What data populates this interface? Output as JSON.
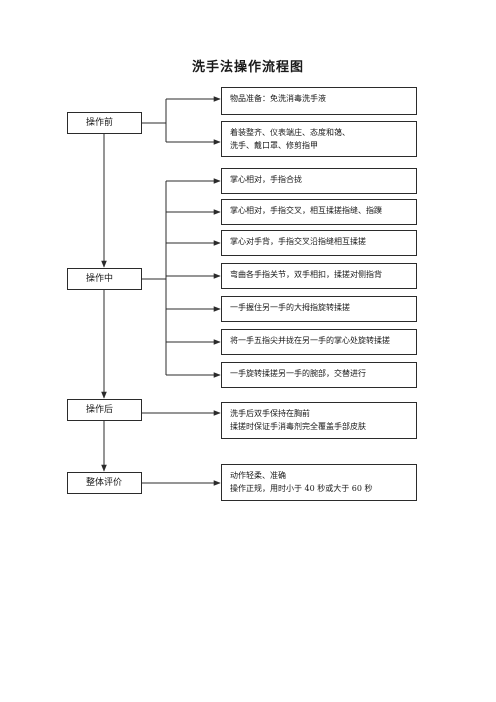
{
  "title": "洗手法操作流程图",
  "stages": [
    {
      "label": "操作前",
      "steps": [
        [
          "物品准备：免洗消毒洗手液"
        ],
        [
          "着装整齐、仪表端庄、态度和蔼、",
          "洗手、戴口罩、修剪指甲"
        ]
      ]
    },
    {
      "label": "操作中",
      "steps": [
        [
          "掌心相对，手指合拢"
        ],
        [
          "掌心相对，手指交叉，相互揉搓指缝、指蹼"
        ],
        [
          "掌心对手背，手指交叉沿指缝相互揉搓"
        ],
        [
          "弯曲各手指关节，双手相扣，揉搓对侧指背"
        ],
        [
          "一手握住另一手的大拇指旋转揉搓"
        ],
        [
          "将一手五指尖并拢在另一手的掌心处旋转揉搓"
        ],
        [
          "一手旋转揉搓另一手的腕部，交替进行"
        ]
      ]
    },
    {
      "label": "操作后",
      "steps": [
        [
          "洗手后双手保持在胸前",
          "揉搓时保证手消毒剂完全覆盖手部皮肤"
        ]
      ]
    },
    {
      "label": "整体评价",
      "steps": [
        [
          "动作轻柔、准确",
          "操作正规，用时小于 40 秒或大于 60 秒"
        ]
      ]
    }
  ],
  "colors": {
    "line": "#2b2b2b",
    "text": "#1a1a1a"
  }
}
